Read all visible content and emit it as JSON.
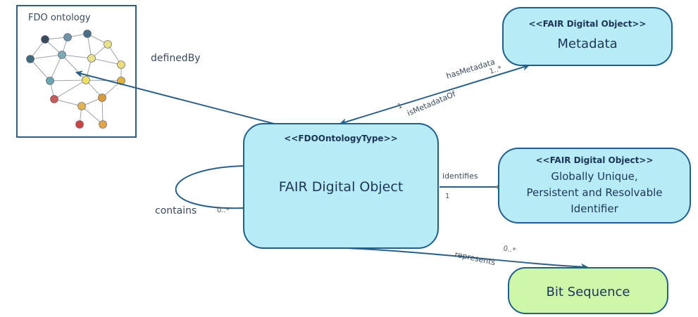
{
  "ontology_box": {
    "title": "FDO ontology"
  },
  "central": {
    "stereotype": "<<FDOOntologyType>>",
    "title": "FAIR Digital Object"
  },
  "metadata": {
    "stereotype": "<<FAIR Digital Object>>",
    "title": "Metadata"
  },
  "identifier": {
    "stereotype": "<<FAIR Digital Object>>",
    "line1": "Globally Unique,",
    "line2": "Persistent and Resolvable",
    "line3": "Identifier"
  },
  "bits": {
    "title": "Bit Sequence"
  },
  "relations": {
    "definedBy": "definedBy",
    "hasMetadata": "hasMetadata",
    "hasMetadata_mult": "1..*",
    "isMetadataOf": "isMetadataOf",
    "isMetadataOf_mult": "1",
    "identifies": "identifies",
    "identifies_mult": "1",
    "contains": "contains",
    "contains_mult": "0..*",
    "represents": "represents",
    "represents_mult": "0..*"
  },
  "colors": {
    "box_fill": "#b7ecf6",
    "box_border": "#1f5f8b",
    "green_fill": "#cdf6a9",
    "edge": "#2b5f86",
    "endpoint": "#d9534f"
  }
}
